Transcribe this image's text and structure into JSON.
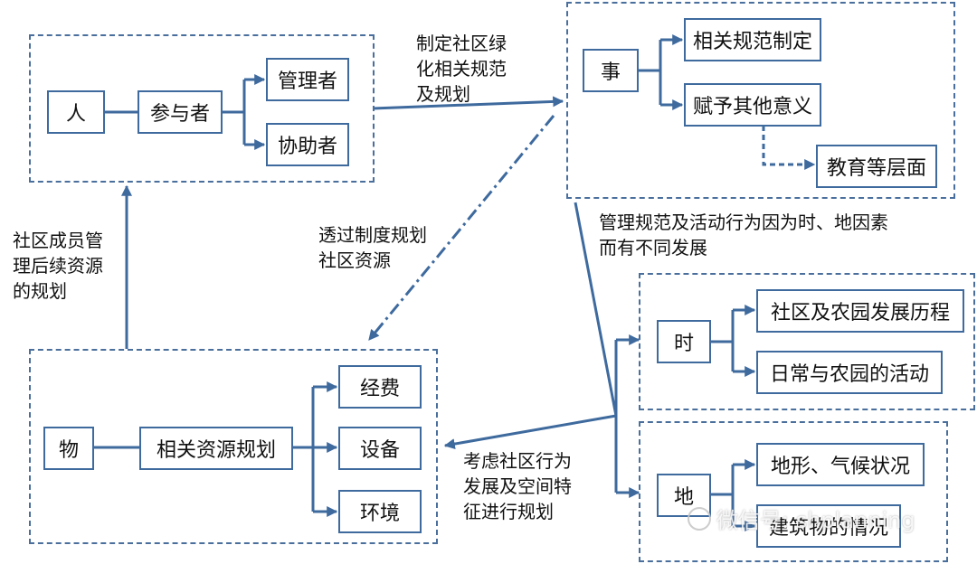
{
  "groups": {
    "person": {
      "root": "人",
      "participant": "参与者",
      "manager": "管理者",
      "assistant": "协助者"
    },
    "affair": {
      "root": "事",
      "norm_making": "相关规范制定",
      "other_meaning": "赋予其他意义",
      "education": "教育等层面"
    },
    "object": {
      "root": "物",
      "resource_plan": "相关资源规划",
      "funds": "经费",
      "equipment": "设备",
      "environment": "环境"
    },
    "time": {
      "root": "时",
      "history": "社区及农园发展历程",
      "daily": "日常与农园的活动"
    },
    "place": {
      "root": "地",
      "terrain": "地形、气候状况",
      "buildings": "建筑物的情况"
    }
  },
  "edge_labels": {
    "person_to_affair": "制定社区绿\n化相关规范\n及规划",
    "object_to_person": "社区成员管\n理后续资源\n的规划",
    "affair_to_object": "透过制度规划\n社区资源",
    "affair_to_timeplace": "管理规范及活动行为因为时、地因素\n而有不同发展",
    "timeplace_to_object": "考虑社区行为\n发展及空间特\n征进行规划"
  },
  "watermark": "微信号: shplanning",
  "colors": {
    "line": "#3e6a9e",
    "dashed_border": "#4a6f9c"
  }
}
